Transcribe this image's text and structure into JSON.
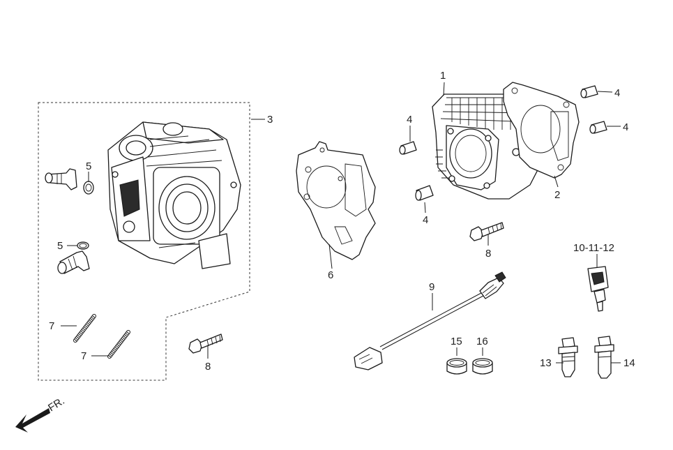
{
  "diagram": {
    "direction_label": "FR.",
    "callouts": {
      "c1": "1",
      "c2": "2",
      "c3": "3",
      "c4a": "4",
      "c4b": "4",
      "c4c": "4",
      "c4d": "4",
      "c5a": "5",
      "c5b": "5",
      "c6": "6",
      "c7a": "7",
      "c7b": "7",
      "c8a": "8",
      "c8b": "8",
      "c9": "9",
      "c10": "10-11-12",
      "c13": "13",
      "c14": "14",
      "c15": "15",
      "c16": "16"
    }
  }
}
